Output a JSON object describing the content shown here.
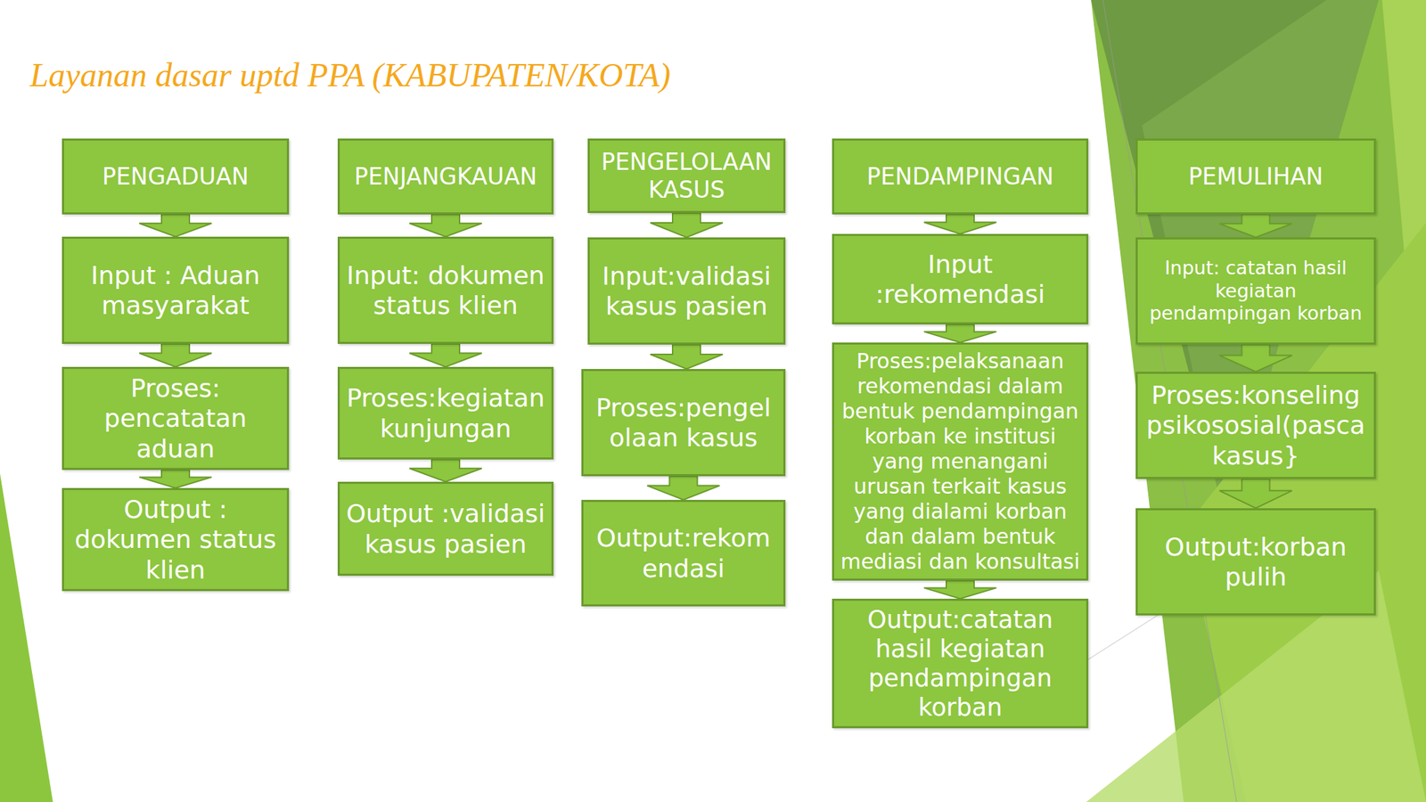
{
  "diagram": {
    "title": "Layanan dasar uptd PPA (KABUPATEN/KOTA)",
    "nodes": [
      {
        "text": [
          "PENGADUAN"
        ]
      },
      {
        "text": [
          "Input : Aduan masyarakat"
        ]
      },
      {
        "text": [
          "Proses: pencatatan aduan"
        ]
      },
      {
        "text": [
          "Output : dokumen status klien"
        ]
      },
      {
        "text": [
          "PENJANGKAUAN"
        ]
      },
      {
        "text": [
          "Input: dokumen status klien"
        ]
      },
      {
        "text": [
          "Proses:kegiatan kunjungan"
        ]
      },
      {
        "text": [
          "Output :validasi kasus pasien"
        ]
      },
      {
        "text": [
          "PENGELOLAAN KASUS"
        ]
      },
      {
        "text": [
          "Input:validasi kasus pasien"
        ]
      },
      {
        "text": [
          "Proses:pengelolaan kasus"
        ]
      },
      {
        "text": [
          "Output:rekomendasi"
        ]
      },
      {
        "text": [
          "PENDAMPINGAN"
        ]
      },
      {
        "text": [
          "Input :rekomendasi"
        ]
      },
      {
        "text": [
          "Proses:pelaksanaan rekomendasi dalam bentuk pendampingan korban ke institusi yang menangani urusan terkait kasus yang dialami korban dan dalam bentuk mediasi dan konsultasi"
        ]
      },
      {
        "text": [
          "Output:catatan hasil kegiatan pendampingan korban"
        ]
      },
      {
        "text": [
          "PEMULIHAN"
        ]
      },
      {
        "text": [
          "Input: catatan hasil kegiatan pendampingan korban"
        ]
      },
      {
        "text": [
          "Proses:konseling psikososial(pasca kasus}"
        ]
      },
      {
        "text": [
          "Output:korban pulih"
        ]
      }
    ],
    "edges": [
      {
        "from": 0,
        "to": 1,
        "arrow": "to"
      },
      {
        "from": 1,
        "to": 2,
        "arrow": "to"
      },
      {
        "from": 2,
        "to": 3,
        "arrow": "to"
      },
      {
        "from": 4,
        "to": 5,
        "arrow": "to"
      },
      {
        "from": 5,
        "to": 6,
        "arrow": "to"
      },
      {
        "from": 6,
        "to": 7,
        "arrow": "to"
      },
      {
        "from": 8,
        "to": 9,
        "arrow": "to"
      },
      {
        "from": 9,
        "to": 10,
        "arrow": "to"
      },
      {
        "from": 10,
        "to": 11,
        "arrow": "to"
      },
      {
        "from": 12,
        "to": 13,
        "arrow": "to"
      },
      {
        "from": 13,
        "to": 14,
        "arrow": "to"
      },
      {
        "from": 14,
        "to": 15,
        "arrow": "to"
      },
      {
        "from": 16,
        "to": 17,
        "arrow": "to"
      },
      {
        "from": 17,
        "to": 18,
        "arrow": "to"
      },
      {
        "from": 18,
        "to": 19,
        "arrow": "to"
      }
    ]
  }
}
